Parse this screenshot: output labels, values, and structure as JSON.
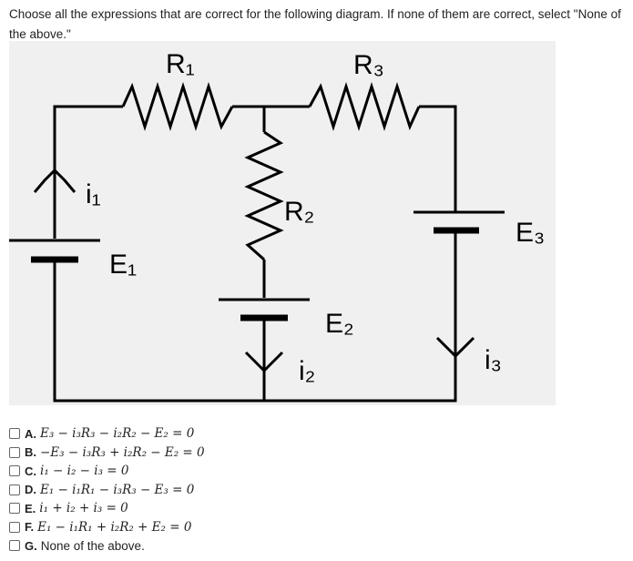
{
  "question": "Choose all the expressions that are correct for the following diagram. If none of them are correct, select \"None of the above.\"",
  "diagram": {
    "labels": {
      "r1": "R₁",
      "r3": "R₃",
      "r2": "R₂",
      "e1": "E₁",
      "e2": "E₂",
      "e3": "E₃",
      "i1": "i₁",
      "i2": "i₂",
      "i3": "i₃"
    }
  },
  "options": [
    {
      "letter": "A.",
      "text": "E₃ − i₃R₃ − i₂R₂ − E₂ = 0",
      "checked": false
    },
    {
      "letter": "B.",
      "text": "−E₃ − i₃R₃ + i₂R₂ − E₂ = 0",
      "checked": false
    },
    {
      "letter": "C.",
      "text": "i₁ − i₂ − i₃ = 0",
      "checked": false
    },
    {
      "letter": "D.",
      "text": "E₁ − i₁R₁ − i₃R₃ − E₃ = 0",
      "checked": false
    },
    {
      "letter": "E.",
      "text": "i₁ + i₂ + i₃ = 0",
      "checked": false
    },
    {
      "letter": "F.",
      "text": "E₁ − i₁R₁ + i₂R₂ + E₂ = 0",
      "checked": false
    },
    {
      "letter": "G.",
      "text": "None of the above.",
      "checked": false
    }
  ]
}
